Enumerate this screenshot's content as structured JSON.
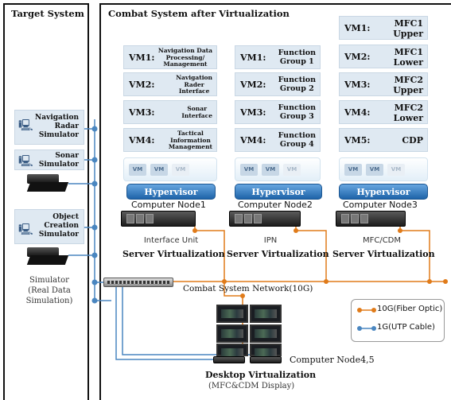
{
  "target_system": {
    "title": "Target System"
  },
  "combat_system": {
    "title": "Combat System after Virtualization"
  },
  "simulators": [
    {
      "label": "Navigation Radar Simulator",
      "lines": [
        "Navigation",
        "Radar",
        "Simulator"
      ]
    },
    {
      "label": "Sonar Simulator",
      "lines": [
        "Sonar",
        "Simulator"
      ]
    },
    {
      "label": "Object Creation Simulator",
      "lines": [
        "Object",
        "Creation",
        "Simulator"
      ]
    }
  ],
  "simulator_caption": {
    "lines": [
      "Simulator",
      "(Real Data",
      "Simulation)"
    ]
  },
  "node1": {
    "vms": [
      {
        "tag": "VM1:",
        "desc": [
          "Navigation Data",
          "Processing/",
          "Management"
        ]
      },
      {
        "tag": "VM2:",
        "desc": [
          "Navigation",
          "Rader",
          "Interface"
        ]
      },
      {
        "tag": "VM3:",
        "desc": [
          "Sonar",
          "Interface"
        ]
      },
      {
        "tag": "VM4:",
        "desc": [
          "Tactical",
          "Information",
          "Management"
        ]
      }
    ],
    "hypervisor": "Hypervisor",
    "node_label": "Computer Node1",
    "unit": "Interface Unit",
    "virtualization": "Server Virtualization"
  },
  "node2": {
    "vms": [
      {
        "tag": "VM1:",
        "desc": [
          "Function",
          "Group 1"
        ]
      },
      {
        "tag": "VM2:",
        "desc": [
          "Function",
          "Group 2"
        ]
      },
      {
        "tag": "VM3:",
        "desc": [
          "Function",
          "Group 3"
        ]
      },
      {
        "tag": "VM4:",
        "desc": [
          "Function",
          "Group 4"
        ]
      }
    ],
    "hypervisor": "Hypervisor",
    "node_label": "Computer Node2",
    "unit": "IPN",
    "virtualization": "Server Virtualization"
  },
  "node3": {
    "vms": [
      {
        "tag": "VM1:",
        "desc": [
          "MFC1",
          "Upper"
        ]
      },
      {
        "tag": "VM2:",
        "desc": [
          "MFC1",
          "Lower"
        ]
      },
      {
        "tag": "VM3:",
        "desc": [
          "MFC2",
          "Upper"
        ]
      },
      {
        "tag": "VM4:",
        "desc": [
          "MFC2",
          "Lower"
        ]
      },
      {
        "tag": "VM5:",
        "desc": [
          "CDP"
        ]
      }
    ],
    "hypervisor": "Hypervisor",
    "node_label": "Computer Node3",
    "unit": "MFC/CDM",
    "virtualization": "Server Virtualization"
  },
  "vm_chip": "VM",
  "network_label": "Combat System Network(10G)",
  "node45": {
    "label": "Computer Node4,5",
    "title": "Desktop Virtualization",
    "subtitle": "(MFC&CDM Display)"
  },
  "legend": {
    "fiber": "10G(Fiber Optic)",
    "utp": "1G(UTP Cable)"
  },
  "colors": {
    "fiber": "#e07b1a",
    "utp": "#4a86c0",
    "hypervisor": "#1e63a8",
    "vm_box": "#dfe9f2"
  }
}
